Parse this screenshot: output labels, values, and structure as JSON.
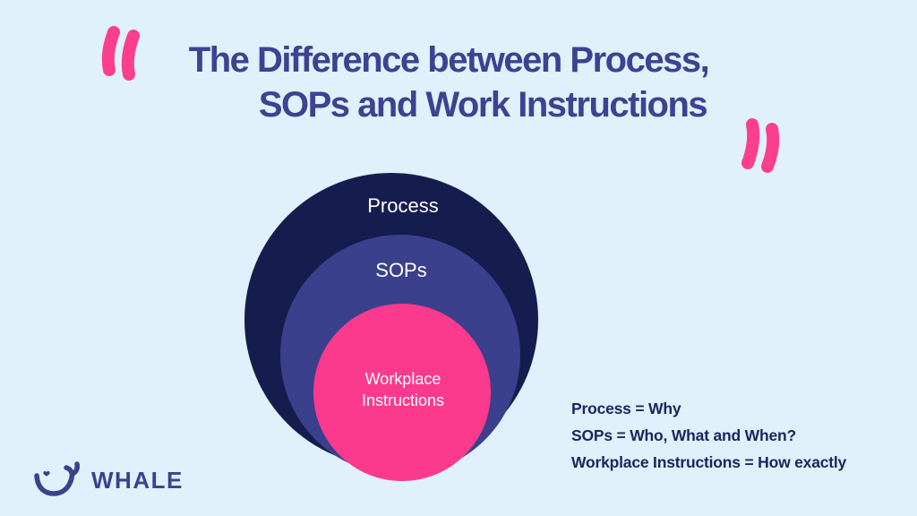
{
  "title": {
    "line1": "The Difference between Process,",
    "line2": "SOPs and Work Instructions"
  },
  "diagram": {
    "type": "nested-circles",
    "rings": [
      {
        "label": "Process",
        "color": "#151D4F"
      },
      {
        "label": "SOPs",
        "color": "#3A408C"
      },
      {
        "label": "Workplace Instructions",
        "color": "#FC3A8D"
      }
    ],
    "label_color": "#FFFFFF"
  },
  "legend": {
    "items": [
      "Process = Why",
      "SOPs = Who, What and When?",
      "Workplace Instructions = How exactly"
    ]
  },
  "logo": {
    "text": "WHALE"
  },
  "colors": {
    "background": "#E0F1FB",
    "title_text": "#3B4392",
    "legend_text": "#1D2560",
    "accent_pink": "#FB3E8E",
    "logo_color": "#3A428F"
  }
}
